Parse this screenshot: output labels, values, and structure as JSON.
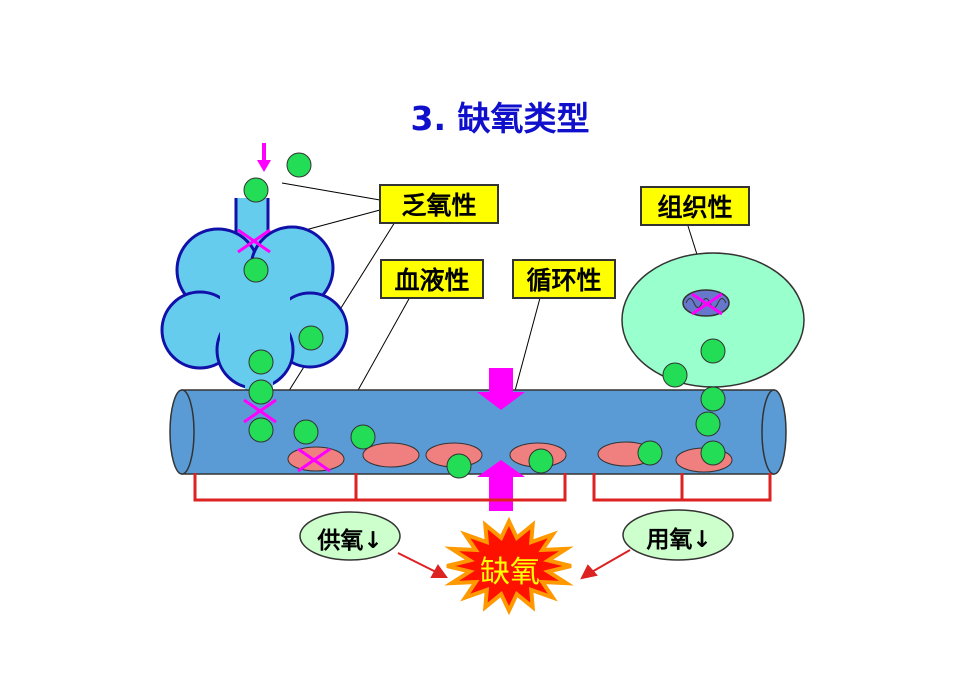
{
  "title": "3. 缺氧类型",
  "labels": {
    "hypotonic": "乏氧性",
    "hemic": "血液性",
    "circulatory": "循环性",
    "histogenous": "组织性"
  },
  "supply": "供氧↓",
  "usage": "用氧↓",
  "hypoxia": "缺氧",
  "colors": {
    "title": "#1010cc",
    "label_bg": "#ffff00",
    "vessel": "#5b9bd5",
    "rbc": "#f08080",
    "oxygen": "#22dd55",
    "oval": "#ccffcc",
    "cell": "#99ffcc",
    "alveoli": "#66ccee",
    "arrow": "#ff00ff",
    "bracket": "#dd2222",
    "burst": "#ff1100"
  }
}
